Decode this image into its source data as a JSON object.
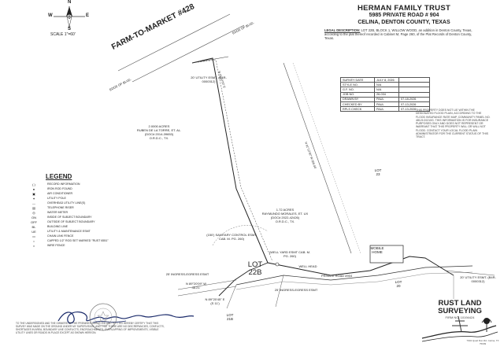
{
  "title_block": {
    "line1": "HERMAN FAMILY TRUST",
    "line2": "5985 PRIVATE ROAD # 904",
    "line3": "CELINA, DENTON COUNTY, TEXAS"
  },
  "legal_description": {
    "heading": "LEGAL DESCRIPTION:",
    "text": "LOT 22B, BLOCK 1, WILLOW WOOD, an addition in Denton County, Texas, according to the plat thereof recorded in Cabinet M, Page 260, of the Plat Records of Denton County, Texas."
  },
  "survey_table": [
    [
      "SURVEY DATE",
      "JULY 8, 2026",
      ""
    ],
    [
      "STYLE NO.",
      "N/A",
      ""
    ],
    [
      "G.F. NO.",
      "N/A",
      ""
    ],
    [
      "JOB NO.",
      "26-034",
      ""
    ],
    [
      "DRAWN BY",
      "PAUL",
      "07-18-2026"
    ],
    [
      "CHECKED BY",
      "PAUL",
      "07-13-2026"
    ],
    [
      "RPLS CHECK",
      "PAUL",
      "07-13-2026"
    ]
  ],
  "notes": "THIS PROPERTY DOES NOT LIE WITHIN THE DESIGNATED FLOOD PLAIN, ACCORDING TO THE FLOOD INSURANCE RATE MAP, COMMUNITY PANEL NO. 48121C0210G. THIS INFORMATION IS FOR INSURANCE PURPOSES ONLY AND DOES NOT REPRESENT OR WARRANT THAT THIS PROPERTY WILL OR WILL NOT FLOOD. CONTACT YOUR LOCAL FLOOD PLAIN ADMINISTRATOR FOR THE CURRENT STATUS OF THIS TRACT.",
  "compass": {
    "n": "N",
    "s": "S",
    "e": "E",
    "w": "W"
  },
  "scale": "SCALE  1\"=60'",
  "road": {
    "name": "FARM-TO-MARKET #428",
    "edge_left": "EDGE OF BLVD.",
    "edge_right": "EDGE OF BLVD."
  },
  "plan": {
    "utility_esmt_top": "20' UTILITY ESMT. (B4R-0000312)",
    "parcel_ruben": "2.0000 ACRES\nRUBEN DE LA TORRE, ET. AL.\n(DOC# 2014-39653)\nO.R.D.C., TX.",
    "parcel_raymundo": "1.72 ACRES\nRAYMUNDO MORALES, ET. UX\n(DOC# 2022-42426)\nO.R.D.C., TX.",
    "sanitary": "(150') SANITARY CONTROL ESMT CAB. M. PG. 260)",
    "lot_main": "LOT\n22B",
    "well_yard": "(WELL YARD ESMT CAB. M. PG. 260)",
    "well_head": "WELL HEAD",
    "ingress_left": "25' INGRESS-EGRESS ESMT",
    "ingress_bottom": "25' INGRESS-EGRESS ESMT",
    "bearing_left": "N 89°20'09\" W\n46.21'",
    "bearing_bottom": "N 89°20'45\" E\n(S 11')",
    "mobile_home": "MOBILE\nHOME",
    "lot23": "LOT\n23",
    "lot20": "LOT\n20",
    "lot21b": "LOT\n21B",
    "utility_esmt_right": "20' UTILITY ESMT. (B4R-0000312)",
    "private_road": "PRIVATE ROAD #904",
    "bearing_top_short": "N 01°10'00\" E",
    "bearing_east": "N 01°12'30\" W  300.00'"
  },
  "legend": {
    "title": "LEGEND",
    "items": [
      {
        "sym": "( )",
        "label": "RECORD INFORMATION"
      },
      {
        "sym": "●",
        "label": "IRON ROD FOUND"
      },
      {
        "sym": "▣",
        "label": "AIR CONDITIONER"
      },
      {
        "sym": "✦",
        "label": "UTILITY POLE"
      },
      {
        "sym": "—",
        "label": "OVERHEAD UTILITY LINE(S)"
      },
      {
        "sym": "▤",
        "label": "TELEPHONE RISER"
      },
      {
        "sym": "◎",
        "label": "WATER METER"
      },
      {
        "sym": "ON",
        "label": "INSIDE OF SUBJECT BOUNDARY"
      },
      {
        "sym": "OFF",
        "label": "OUTSIDE OF SUBJECT BOUNDARY"
      },
      {
        "sym": "BL",
        "label": "BUILDING LINE"
      },
      {
        "sym": "UE",
        "label": "UTILITY & MAINTENANCE ESMT"
      },
      {
        "sym": "▭",
        "label": "CHAIN LINK FENCE"
      },
      {
        "sym": "○",
        "label": "CAPPED 1/2\" ROD SET MARKED \"RUST 6551\""
      },
      {
        "sym": "×",
        "label": "WIRE FENCE"
      }
    ]
  },
  "certification": "TO THE UNDERSIGNED AND THE OWNERS OF THE PREMISES SURVEYED AND TO: I, DO HEREBY CERTIFY THAT THIS SURVEY WAS MADE ON THE GROUND UNDER MY SUPERVISION, AND THAT THERE ARE NO DISCREPANCIES, CONFLICTS, SHORTAGES IN AREA, BOUNDARY LINE CONFLICTS, ENCROACHMENTS, OVERLAPPING OF IMPROVEMENTS, VISIBLE UTILITY LINES OR ROADS IN PLACE EXCEPT AS SHOWN HEREON.",
  "company": {
    "name1": "RUST LAND",
    "name2": "SURVEYING",
    "sub": "FIRM NO. 10194424",
    "address": "7904 Quail Run Rd. Celina, TX 75009"
  }
}
